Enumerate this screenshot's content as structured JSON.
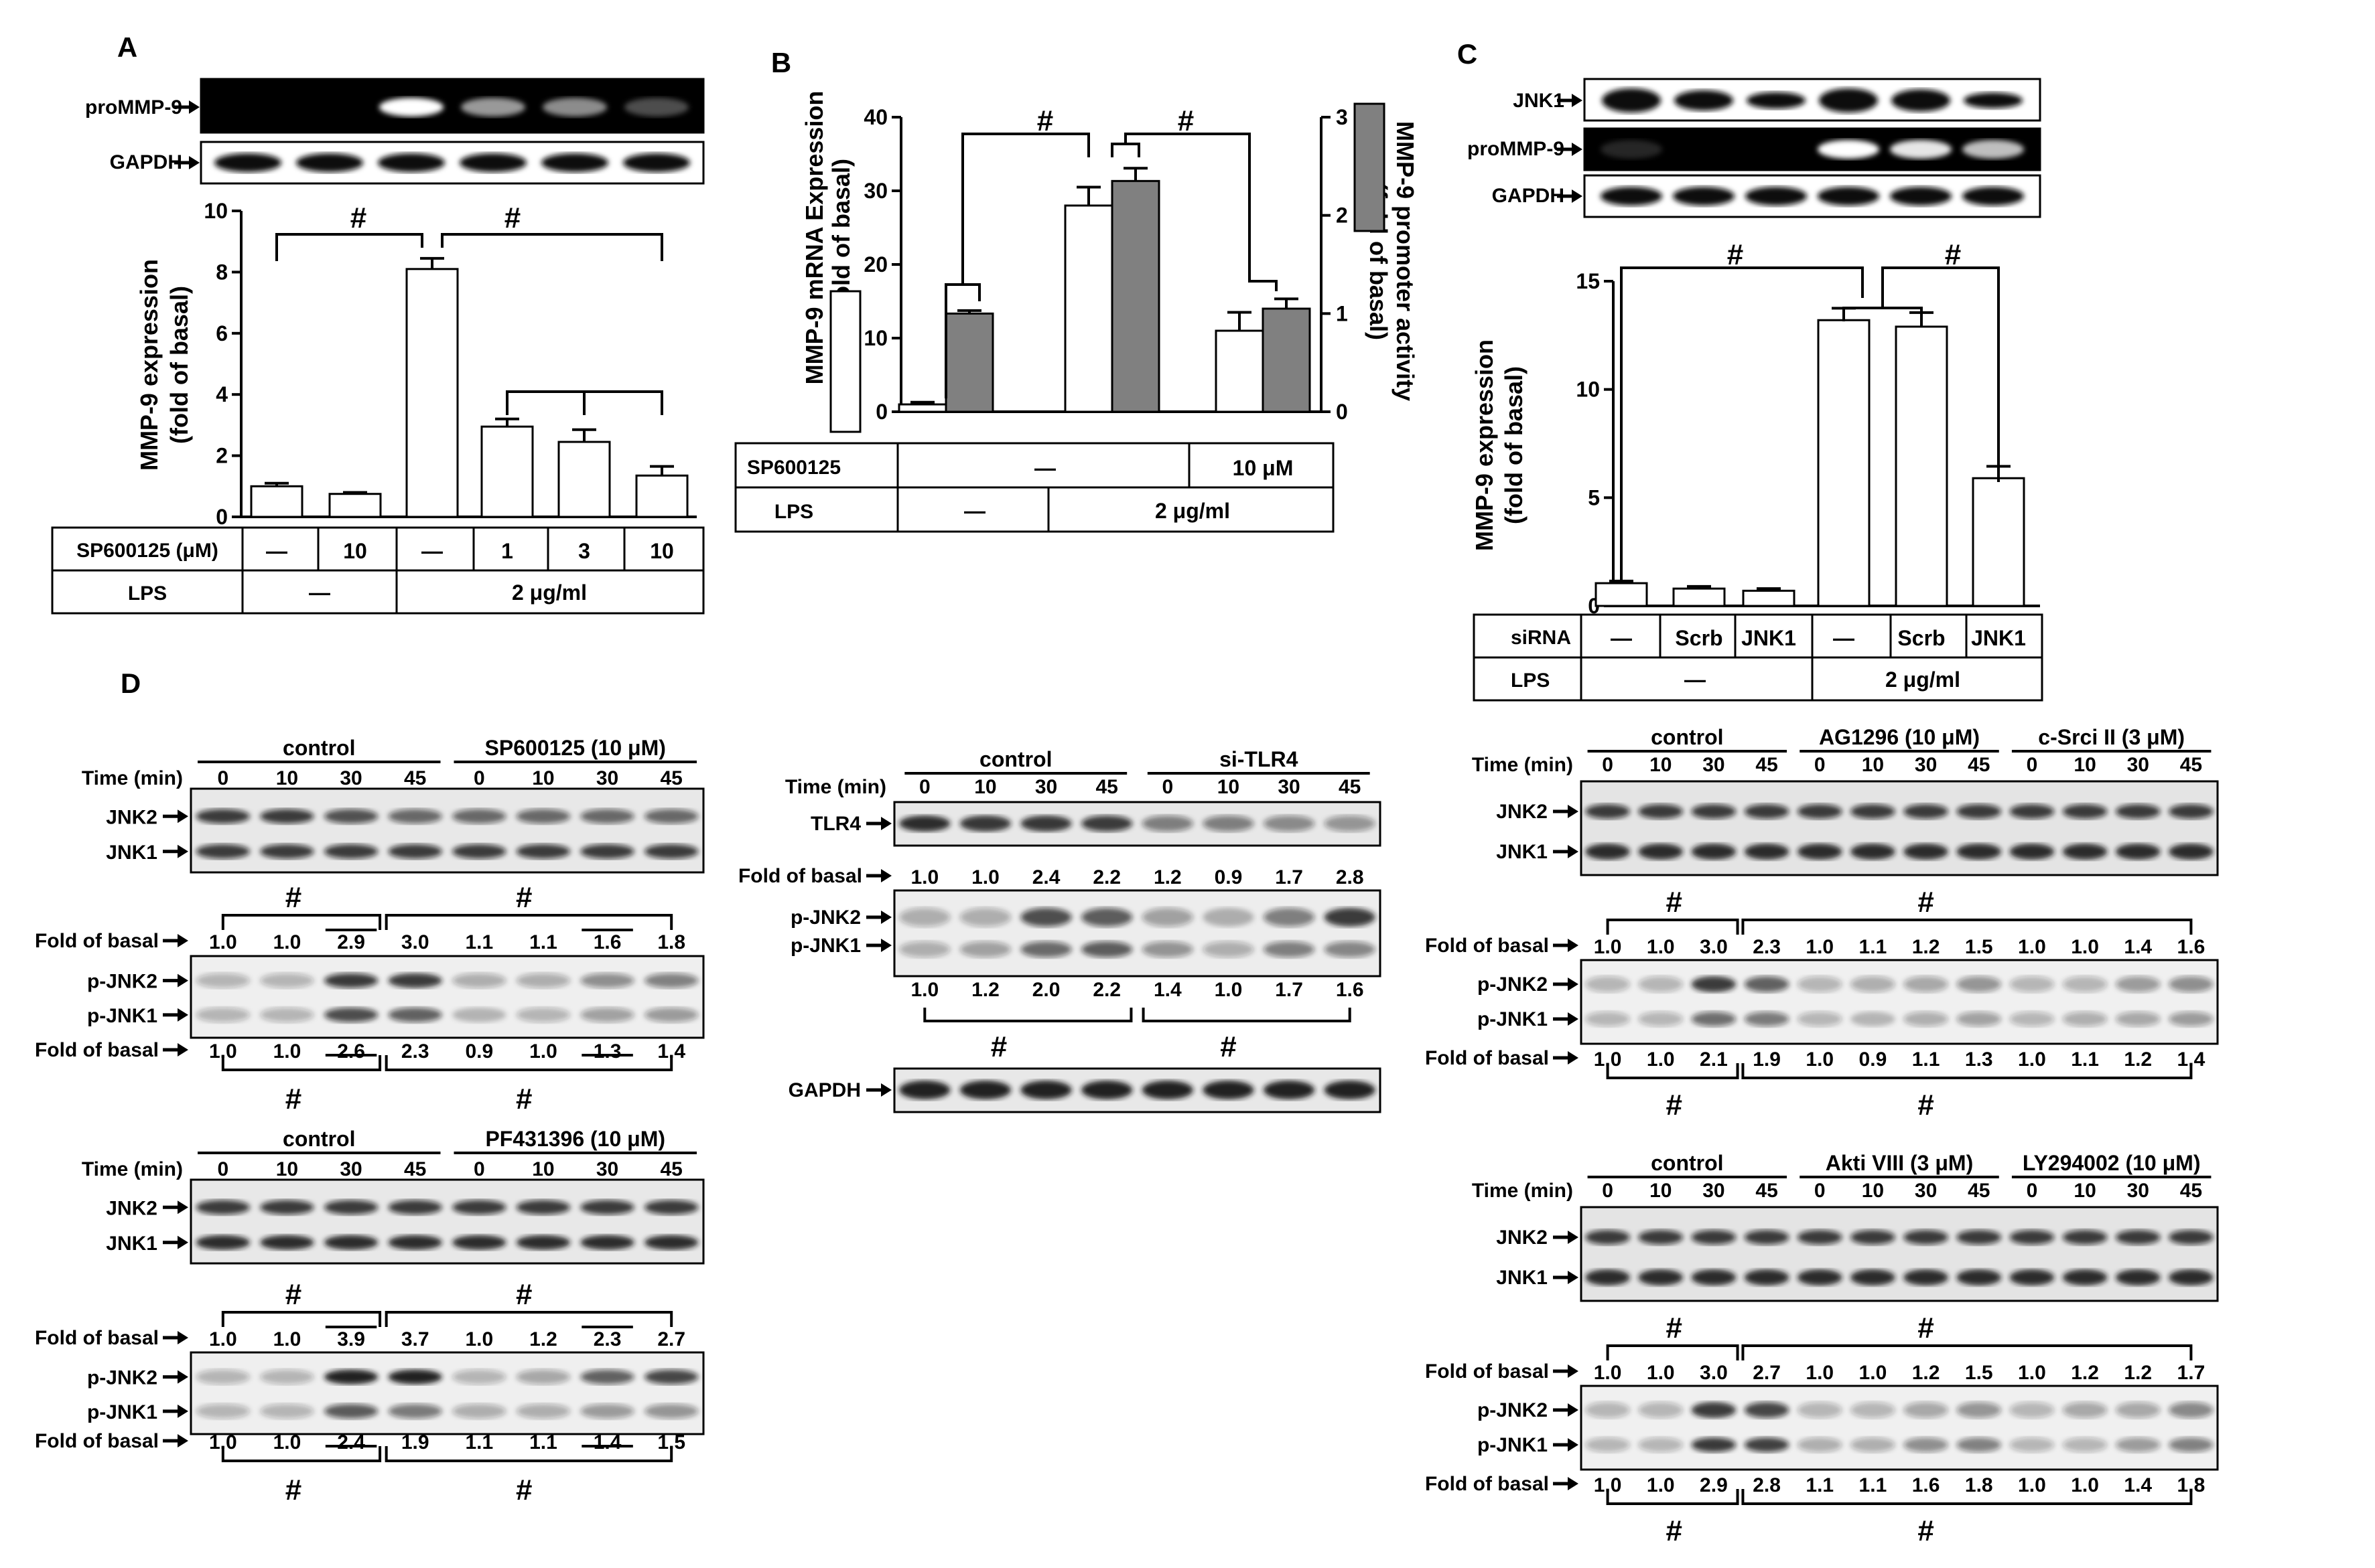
{
  "panelA": {
    "letter": "A",
    "gel_labels": [
      "proMMP-9",
      "GAPDH"
    ],
    "ylabel": [
      "MMP-9  expression",
      "(fold of basal)"
    ],
    "yticks": [
      "0",
      "2",
      "4",
      "6",
      "8",
      "10"
    ],
    "sig": "#",
    "table": {
      "row1_label": "SP600125 (μM)",
      "row1": [
        "—",
        "10",
        "—",
        "1",
        "3",
        "10"
      ],
      "row2_label": "LPS",
      "row2_a": "—",
      "row2_b": "2 μg/ml"
    }
  },
  "panelB": {
    "letter": "B",
    "ylabel_left": [
      "MMP-9 mRNA  Expression",
      "(fold of basal)"
    ],
    "ylabel_right": [
      "MMP-9 promoter activity",
      "(fold of basal)"
    ],
    "yticks_left": [
      "0",
      "10",
      "20",
      "30",
      "40"
    ],
    "yticks_right": [
      "0",
      "1",
      "2",
      "3"
    ],
    "sig": "#",
    "table": {
      "row1_label": "SP600125",
      "row1_a": "—",
      "row1_b": "10 μM",
      "row2_label": "LPS",
      "row2_a": "—",
      "row2_b": "2 μg/ml"
    }
  },
  "panelC": {
    "letter": "C",
    "gel_labels": [
      "JNK1",
      "proMMP-9",
      "GAPDH"
    ],
    "ylabel": [
      "MMP-9  expression",
      "(fold of basal)"
    ],
    "yticks": [
      "0",
      "5",
      "10",
      "15"
    ],
    "sig": "#",
    "table": {
      "row1_label": "siRNA",
      "row1": [
        "—",
        "Scrb",
        "JNK1",
        "—",
        "Scrb",
        "JNK1"
      ],
      "row2_label": "LPS",
      "row2_a": "—",
      "row2_b": "2 μg/ml"
    }
  },
  "panelD": {
    "letter": "D",
    "time_label": "Time (min)",
    "times": [
      "0",
      "10",
      "30",
      "45"
    ],
    "fold_label": "Fold of basal",
    "control": "control",
    "sig": "#",
    "blot1": {
      "treatment": "SP600125 (10 μM)",
      "total_labels": [
        "JNK2",
        "JNK1"
      ],
      "phospho_labels": [
        "p-JNK2",
        "p-JNK1"
      ],
      "fold_top": [
        "1.0",
        "1.0",
        "2.9",
        "3.0",
        "1.1",
        "1.1",
        "1.6",
        "1.8"
      ],
      "fold_bottom": [
        "1.0",
        "1.0",
        "2.6",
        "2.3",
        "0.9",
        "1.0",
        "1.3",
        "1.4"
      ]
    },
    "blot2": {
      "treatment": "si-TLR4",
      "total_labels": [
        "TLR4"
      ],
      "phospho_labels": [
        "p-JNK2",
        "p-JNK1"
      ],
      "gapdh_label": "GAPDH",
      "fold_top": [
        "1.0",
        "1.0",
        "2.4",
        "2.2",
        "1.2",
        "0.9",
        "1.7",
        "2.8"
      ],
      "fold_bottom": [
        "1.0",
        "1.2",
        "2.0",
        "2.2",
        "1.4",
        "1.0",
        "1.7",
        "1.6"
      ]
    },
    "blot3": {
      "treatment": "PF431396 (10 μM)",
      "total_labels": [
        "JNK2",
        "JNK1"
      ],
      "phospho_labels": [
        "p-JNK2",
        "p-JNK1"
      ],
      "fold_top": [
        "1.0",
        "1.0",
        "3.9",
        "3.7",
        "1.0",
        "1.2",
        "2.3",
        "2.7"
      ],
      "fold_bottom": [
        "1.0",
        "1.0",
        "2.4",
        "1.9",
        "1.1",
        "1.1",
        "1.4",
        "1.5"
      ]
    },
    "blot4": {
      "treatments": [
        "AG1296 (10 μM)",
        "c-Srci II (3 μM)"
      ],
      "total_labels": [
        "JNK2",
        "JNK1"
      ],
      "phospho_labels": [
        "p-JNK2",
        "p-JNK1"
      ],
      "fold_top": [
        "1.0",
        "1.0",
        "3.0",
        "2.3",
        "1.0",
        "1.1",
        "1.2",
        "1.5",
        "1.0",
        "1.0",
        "1.4",
        "1.6"
      ],
      "fold_bottom": [
        "1.0",
        "1.0",
        "2.1",
        "1.9",
        "1.0",
        "0.9",
        "1.1",
        "1.3",
        "1.0",
        "1.1",
        "1.2",
        "1.4"
      ]
    },
    "blot5": {
      "treatments": [
        "Akti VIII (3 μM)",
        "LY294002 (10 μM)"
      ],
      "total_labels": [
        "JNK2",
        "JNK1"
      ],
      "phospho_labels": [
        "p-JNK2",
        "p-JNK1"
      ],
      "fold_top": [
        "1.0",
        "1.0",
        "3.0",
        "2.7",
        "1.0",
        "1.0",
        "1.2",
        "1.5",
        "1.0",
        "1.2",
        "1.2",
        "1.7"
      ],
      "fold_bottom": [
        "1.0",
        "1.0",
        "2.9",
        "2.8",
        "1.1",
        "1.1",
        "1.6",
        "1.8",
        "1.0",
        "1.0",
        "1.4",
        "1.8"
      ]
    }
  },
  "chart_data": [
    {
      "type": "bar",
      "panel": "A",
      "categories": [
        "1",
        "2",
        "3",
        "4",
        "5",
        "6"
      ],
      "values": [
        1.0,
        0.75,
        8.1,
        2.95,
        2.45,
        1.35
      ],
      "errors": [
        0.1,
        0.05,
        0.35,
        0.25,
        0.4,
        0.3
      ],
      "ylim": [
        0,
        10
      ]
    },
    {
      "type": "bar",
      "panel": "B",
      "categories": [
        "1",
        "2",
        "3"
      ],
      "series": [
        {
          "axis": "left",
          "values": [
            1.0,
            28.0,
            11.0
          ],
          "errors": [
            0.3,
            2.5,
            2.5
          ],
          "ylim": [
            0,
            40
          ]
        },
        {
          "axis": "right",
          "values": [
            1.0,
            2.35,
            1.05
          ],
          "errors": [
            0.03,
            0.13,
            0.1
          ],
          "ylim": [
            0,
            3
          ]
        }
      ]
    },
    {
      "type": "bar",
      "panel": "C",
      "categories": [
        "1",
        "2",
        "3",
        "4",
        "5",
        "6"
      ],
      "values": [
        1.05,
        0.8,
        0.7,
        13.2,
        12.9,
        5.9
      ],
      "errors": [
        0.1,
        0.1,
        0.1,
        0.55,
        0.65,
        0.55
      ],
      "ylim": [
        0,
        15
      ]
    }
  ]
}
